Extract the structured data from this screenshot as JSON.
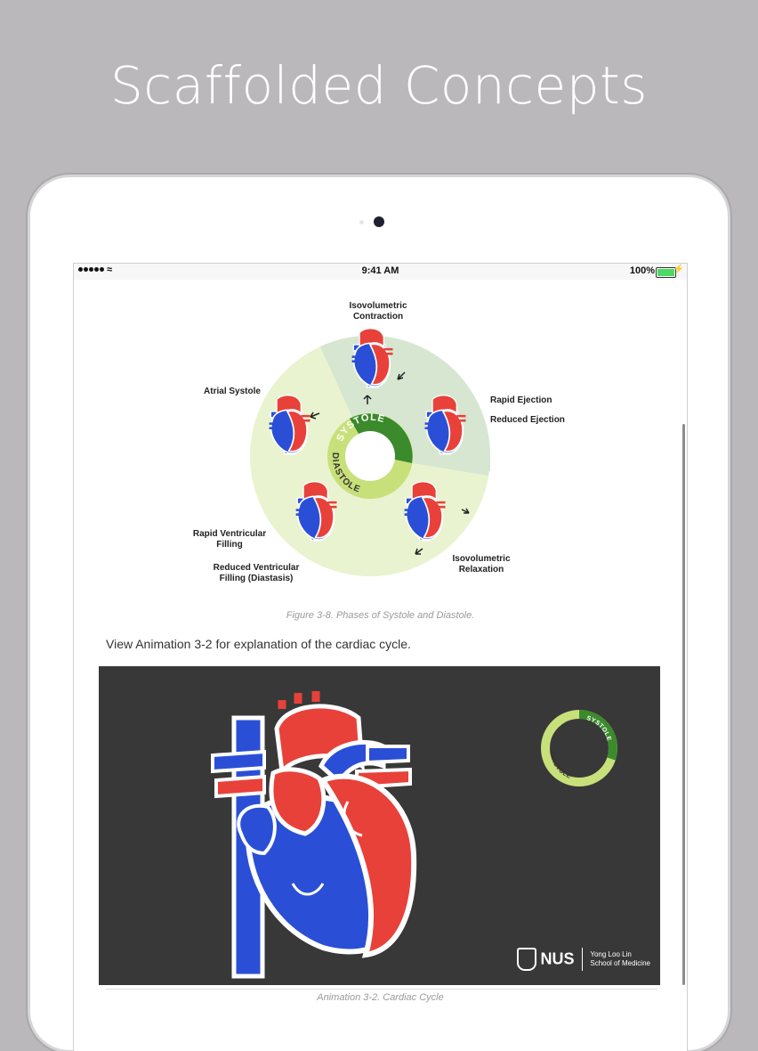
{
  "promo": {
    "title": "Scaffolded Concepts"
  },
  "status_bar": {
    "time": "9:41 AM",
    "battery": "100%"
  },
  "figure": {
    "phases": {
      "isovolumetric_contraction": "Isovolumetric\nContraction",
      "atrial_systole": "Atrial Systole",
      "rapid_ejection": "Rapid Ejection",
      "reduced_ejection": "Reduced Ejection",
      "rapid_ventricular_filling": "Rapid Ventricular\nFilling",
      "reduced_ventricular_filling": "Reduced Ventricular\nFilling (Diastasis)",
      "isovolumetric_relaxation": "Isovolumetric\nRelaxation"
    },
    "ring_labels": {
      "systole": "SYSTOLE",
      "diastole": "DIASTOLE"
    },
    "caption": "Figure 3-8. Phases of Systole and Diastole."
  },
  "body_text": "View Animation 3-2 for explanation of the cardiac cycle.",
  "animation": {
    "ring_labels": {
      "systole": "SYSTOLE",
      "diastole": "DIASTOLE"
    },
    "logo": {
      "nus": "NUS",
      "school_line1": "Yong Loo Lin",
      "school_line2": "School of Medicine"
    },
    "caption": "Animation 3-2. Cardiac Cycle"
  },
  "colors": {
    "heart_red": "#e8413a",
    "heart_blue": "#2a4fd6",
    "light_green": "#e9f3cf",
    "systole_green": "#3b8a2c",
    "diastole_green": "#c8e07a",
    "video_bg": "#383838"
  }
}
